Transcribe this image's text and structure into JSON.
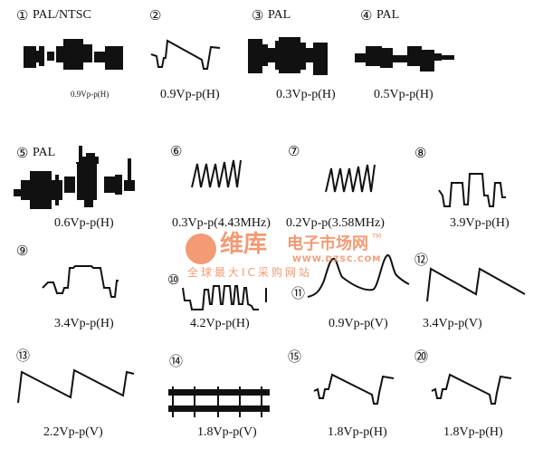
{
  "panels": [
    {
      "num": "①",
      "mode": "PAL/NTSC",
      "value": "0.9Vp-p(H)"
    },
    {
      "num": "②",
      "mode": "",
      "value": "0.9Vp-p(H)"
    },
    {
      "num": "③",
      "mode": "PAL",
      "value": "0.3Vp-p(H)"
    },
    {
      "num": "④",
      "mode": "PAL",
      "value": "0.5Vp-p(H)"
    },
    {
      "num": "⑤",
      "mode": "PAL",
      "value": "0.6Vp-p(H)"
    },
    {
      "num": "⑥",
      "mode": "",
      "value": "0.3Vp-p(4.43MHz)"
    },
    {
      "num": "⑦",
      "mode": "",
      "value": "0.2Vp-p(3.58MHz)"
    },
    {
      "num": "⑧",
      "mode": "",
      "value": "3.9Vp-p(H)"
    },
    {
      "num": "⑨",
      "mode": "",
      "value": "3.4Vp-p(H)"
    },
    {
      "num": "⑩",
      "mode": "",
      "value": "4.2Vp-p(H)"
    },
    {
      "num": "⑪",
      "mode": "",
      "value": "0.9Vp-p(V)"
    },
    {
      "num": "⑫",
      "mode": "",
      "value": "3.4Vp-p(V)"
    },
    {
      "num": "⑬",
      "mode": "",
      "value": "2.2Vp-p(V)"
    },
    {
      "num": "⑭",
      "mode": "",
      "value": "1.8Vp-p(V)"
    },
    {
      "num": "⑮",
      "mode": "",
      "value": "1.8Vp-p(H)"
    },
    {
      "num": "⑳",
      "mode": "",
      "value": "1.8Vp-p(H)"
    }
  ],
  "watermark": {
    "brand": "维库",
    "sub": "电子市场网",
    "tm": "TM",
    "url": "WWW.DZSC.COM",
    "slogan": "全球最大IC采购网站",
    "color": "#f08a5d"
  }
}
